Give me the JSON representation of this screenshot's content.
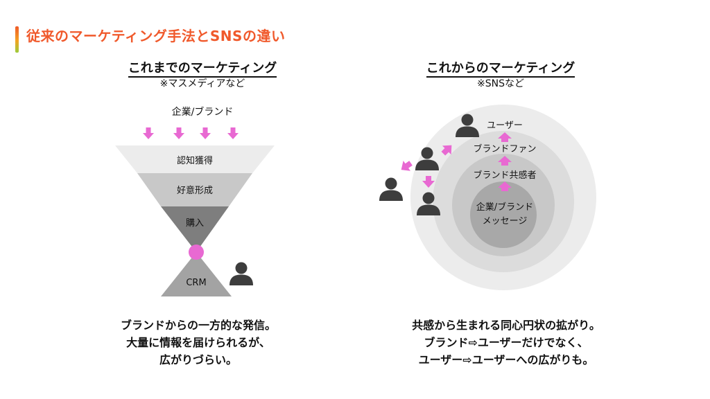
{
  "title": "従来のマーケティング手法とSNSの違い",
  "left": {
    "heading": "これまでのマーケティング",
    "subheading": "※マスメディアなど",
    "source_label": "企業/ブランド",
    "funnel_stages": [
      "認知獲得",
      "好意形成",
      "購入"
    ],
    "crm_label": "CRM",
    "caption_lines": [
      "ブランドからの一方的な発信。",
      "大量に情報を届けられるが、",
      "広がりづらい。"
    ]
  },
  "right": {
    "heading": "これからのマーケティング",
    "subheading": "※SNSなど",
    "ring_labels": [
      "ユーザー",
      "ブランドファン",
      "ブランド共感者"
    ],
    "core_label_lines": [
      "企業/ブランド",
      "メッセージ"
    ],
    "caption_lines": [
      "共感から生まれる同心円状の拡がり。",
      "ブランド⇨ユーザーだけでなく、",
      "ユーザー⇨ユーザーへの広がりも。"
    ]
  },
  "colors": {
    "title": "#f0592b",
    "arrow": "#e869d2",
    "person": "#3d3d3d",
    "funnel_light": "#ececec",
    "funnel_mid": "#c8c8c8",
    "funnel_dark": "#7e7e7e",
    "crm": "#a3a3a3",
    "ring_outer": "#ececec",
    "ring_second": "#dcdcdc",
    "ring_third": "#c8c8c8",
    "ring_core": "#a8a8a8"
  }
}
